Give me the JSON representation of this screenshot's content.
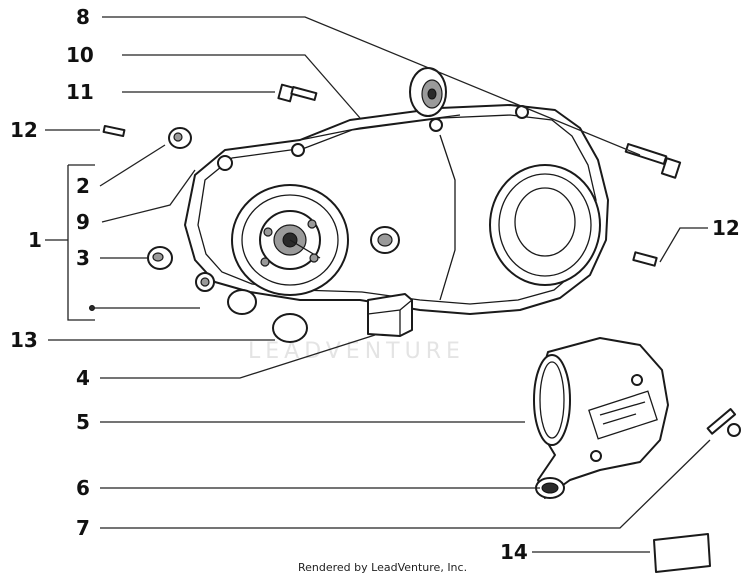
{
  "callouts": {
    "c1": "1",
    "c2": "2",
    "c3": "3",
    "c4": "4",
    "c5": "5",
    "c6": "6",
    "c7": "7",
    "c8": "8",
    "c9": "9",
    "c10": "10",
    "c11": "11",
    "c12a": "12",
    "c12b": "12",
    "c13": "13",
    "c14": "14"
  },
  "watermark": "LEADVENTURE",
  "footer": "Rendered by LeadVenture, Inc."
}
